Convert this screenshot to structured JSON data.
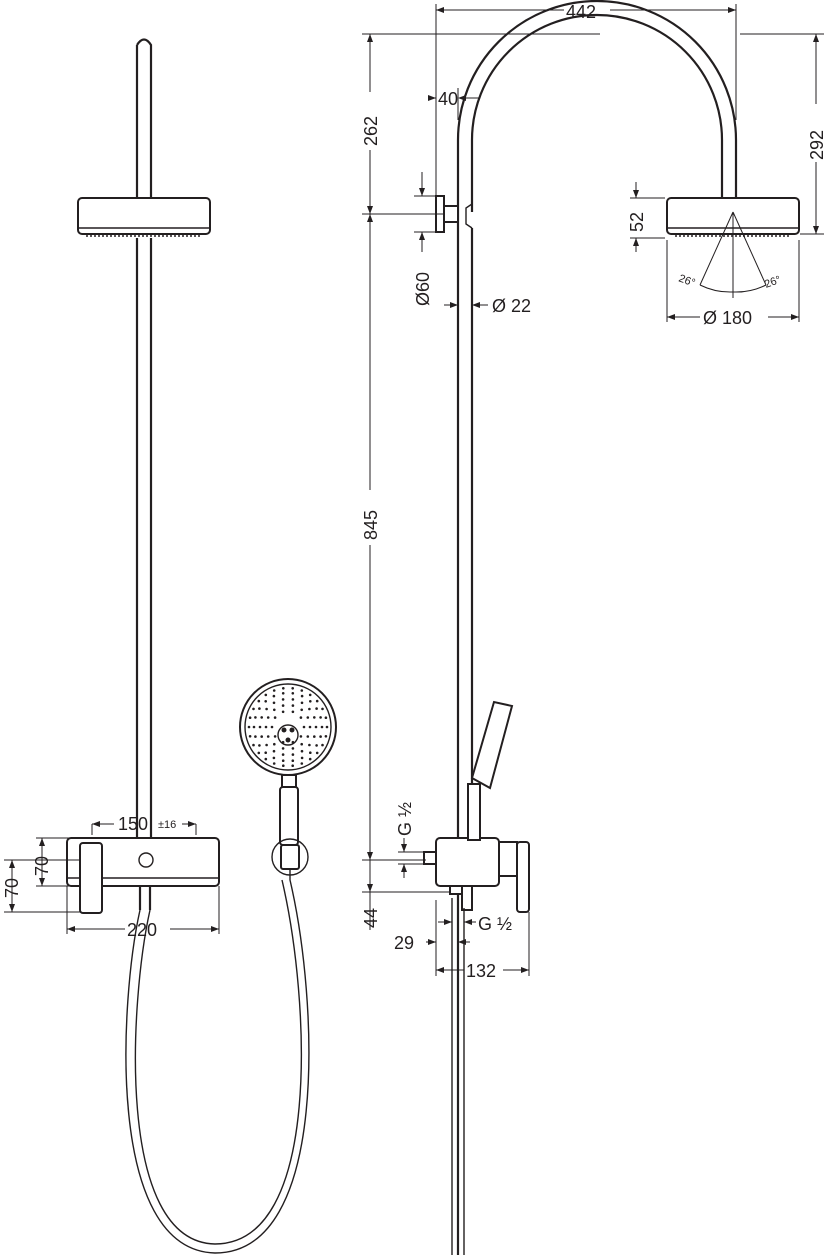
{
  "dimensions": {
    "rail_spacing": "150",
    "rail_spacing_tolerance": "±16",
    "mixer_height_a": "70",
    "mixer_height_b": "70",
    "mixer_width": "220",
    "arm_reach": "442",
    "arm_offset": "40",
    "arm_height": "262",
    "head_drop": "292",
    "head_thickness": "52",
    "head_diameter": "Ø 180",
    "spray_angle_left": "26°",
    "spray_angle_right": "26°",
    "wall_mount_diameter": "Ø60",
    "pipe_diameter": "Ø 22",
    "pipe_length": "845",
    "inlet_thread": "G ½",
    "outlet_thread": "G ½",
    "mixer_offset": "44",
    "outlet_offset": "29",
    "mixer_depth": "132"
  }
}
